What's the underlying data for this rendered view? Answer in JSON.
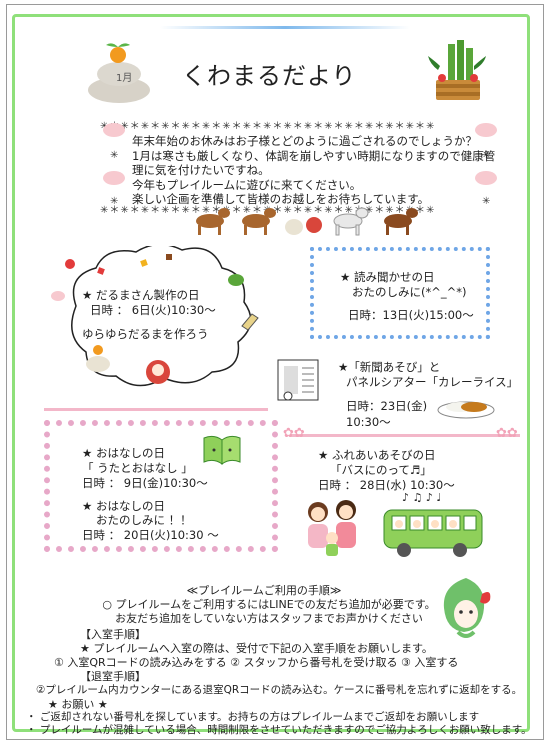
{
  "header": {
    "title": "くわまるだより",
    "month_badge": "1月"
  },
  "intro": {
    "lines": [
      "年末年始のお休みはお子様とどのように過ごされるのでしょうか？",
      "1月は寒さも厳しくなり、体調を崩しやすい時期になりますので健康管",
      "理に気を付けたいですね。",
      "今年もプレイルームに遊びに来てください。",
      "楽しい企画を準備して皆様のお越しをお待ちしています。"
    ]
  },
  "events": {
    "daruma": {
      "title": "★ だるまさん製作の日",
      "date": "日時 ： 6日(火)10:30～",
      "note": "ゆらゆらだるまを作ろう"
    },
    "yomikikase": {
      "title": "★ 読み聞かせの日",
      "subtitle": "おたのしみに(*^_^*)",
      "date": "日時：13日(火)15:00～"
    },
    "shinbun": {
      "title": "★「新聞あそび」と",
      "subtitle": "パネルシアター「カレーライス」",
      "date": "日時：23日(金)",
      "time": "10:30～"
    },
    "ohanashi1": {
      "title": "★ おはなしの日",
      "subtitle": "「 うたとおはなし 」",
      "date": "日時 ： 9日(金)10:30～"
    },
    "ohanashi2": {
      "title": "★ おはなしの日",
      "subtitle": "おたのしみに ！！",
      "date": "日時 ： 20日(火)10:30 ～"
    },
    "fureai": {
      "title": "★ ふれあいあそびの日",
      "subtitle": "「バスにのって♬」",
      "date": "日時 ： 28日(水) 10:30～"
    }
  },
  "rules": {
    "heading": "≪プレイルームご利用の手順≫",
    "line1": "○ プレイルームをご利用するにはLINEでの友だち追加が必要です。",
    "line2": "お友だち追加をしていない方はスタッフまでお声かけください",
    "entry_heading": "【入室手順】",
    "entry_text": "★ プレイルームへ入室の際は、受付で下記の入室手順をお願いします。",
    "entry_steps": "① 入室QRコードの読み込みをする ② スタッフから番号札を受け取る ③ 入室する",
    "exit_heading": "【退室手順】",
    "exit_text": "②プレイルーム内カウンターにある退室QRコードの読み込む。ケースに番号札を忘れずに返却をする。",
    "request_heading": "★ お願い ★",
    "request1": "・ ご返却されない番号札を探しています。お持ちの方はプレイルームまでご返却をお願いします",
    "request2": "・ プレイルームが混雑している場合、時間制限をさせていただきますのでご協力よろしくお願い致します。"
  },
  "decor": {
    "star_row": "✳＊✳＊✳＊✳＊✳＊✳＊✳＊✳＊✳＊✳＊✳＊✳＊✳＊✳＊✳＊✳＊✳",
    "cloud_color": "#f7c9cf",
    "green_border": "#8fe07a",
    "blue_dots": "#6fa6e6",
    "pink_dots": "#e7a8c8"
  }
}
